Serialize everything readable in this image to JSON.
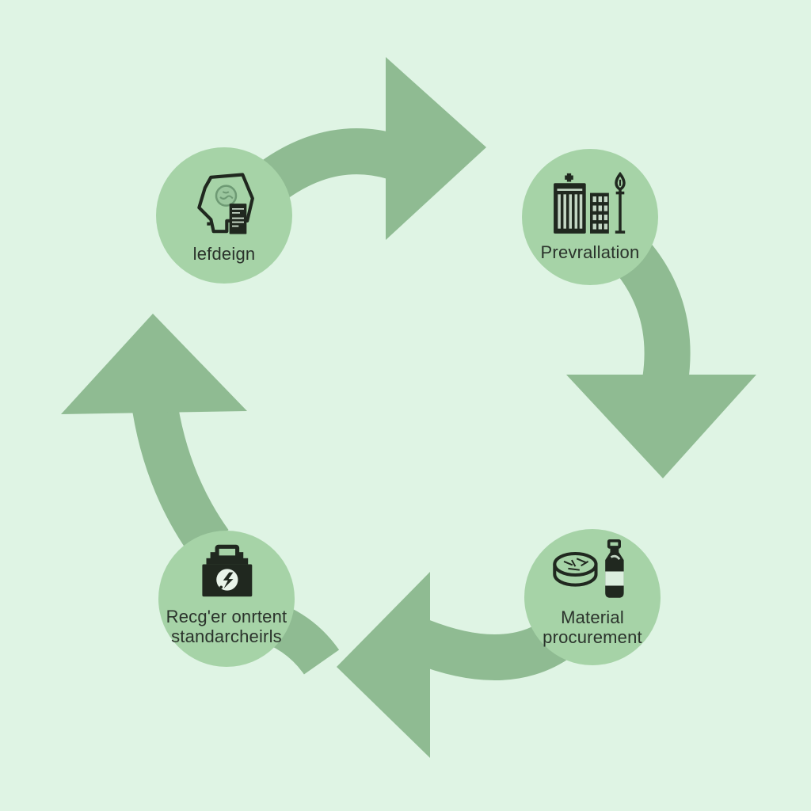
{
  "diagram": {
    "type": "circular-process-cycle",
    "direction": "clockwise",
    "background_color": "#dff4e4",
    "arrow_color": "#8fbb92",
    "node_fill_color": "#a6d3a7",
    "icon_color": "#20281f",
    "label_color": "#2a322b",
    "nodes": [
      {
        "id": "design",
        "position": "top-left",
        "icon": "design-blob-document-icon",
        "label_line1": "lefdeign",
        "label_line2": ""
      },
      {
        "id": "installation",
        "position": "top-right",
        "icon": "hospital-buildings-lamp-icon",
        "label_line1": "Prevrallation",
        "label_line2": ""
      },
      {
        "id": "material-procurement",
        "position": "bottom-right",
        "icon": "petri-dish-bottle-icon",
        "label_line1": "Material",
        "label_line2": "procurement"
      },
      {
        "id": "standards",
        "position": "bottom-left",
        "icon": "first-aid-kit-icon",
        "label_line1": "Recg'er onrtent",
        "label_line2": "standarcheirls"
      }
    ],
    "arrows": [
      {
        "name": "top-arrow",
        "points": "right",
        "from": "design",
        "to": "installation"
      },
      {
        "name": "right-arrow",
        "points": "down",
        "from": "installation",
        "to": "material-procurement"
      },
      {
        "name": "bottom-arrow",
        "points": "left",
        "from": "material-procurement",
        "to": "standards"
      },
      {
        "name": "left-arrow",
        "points": "up",
        "from": "standards",
        "to": "design"
      }
    ]
  }
}
